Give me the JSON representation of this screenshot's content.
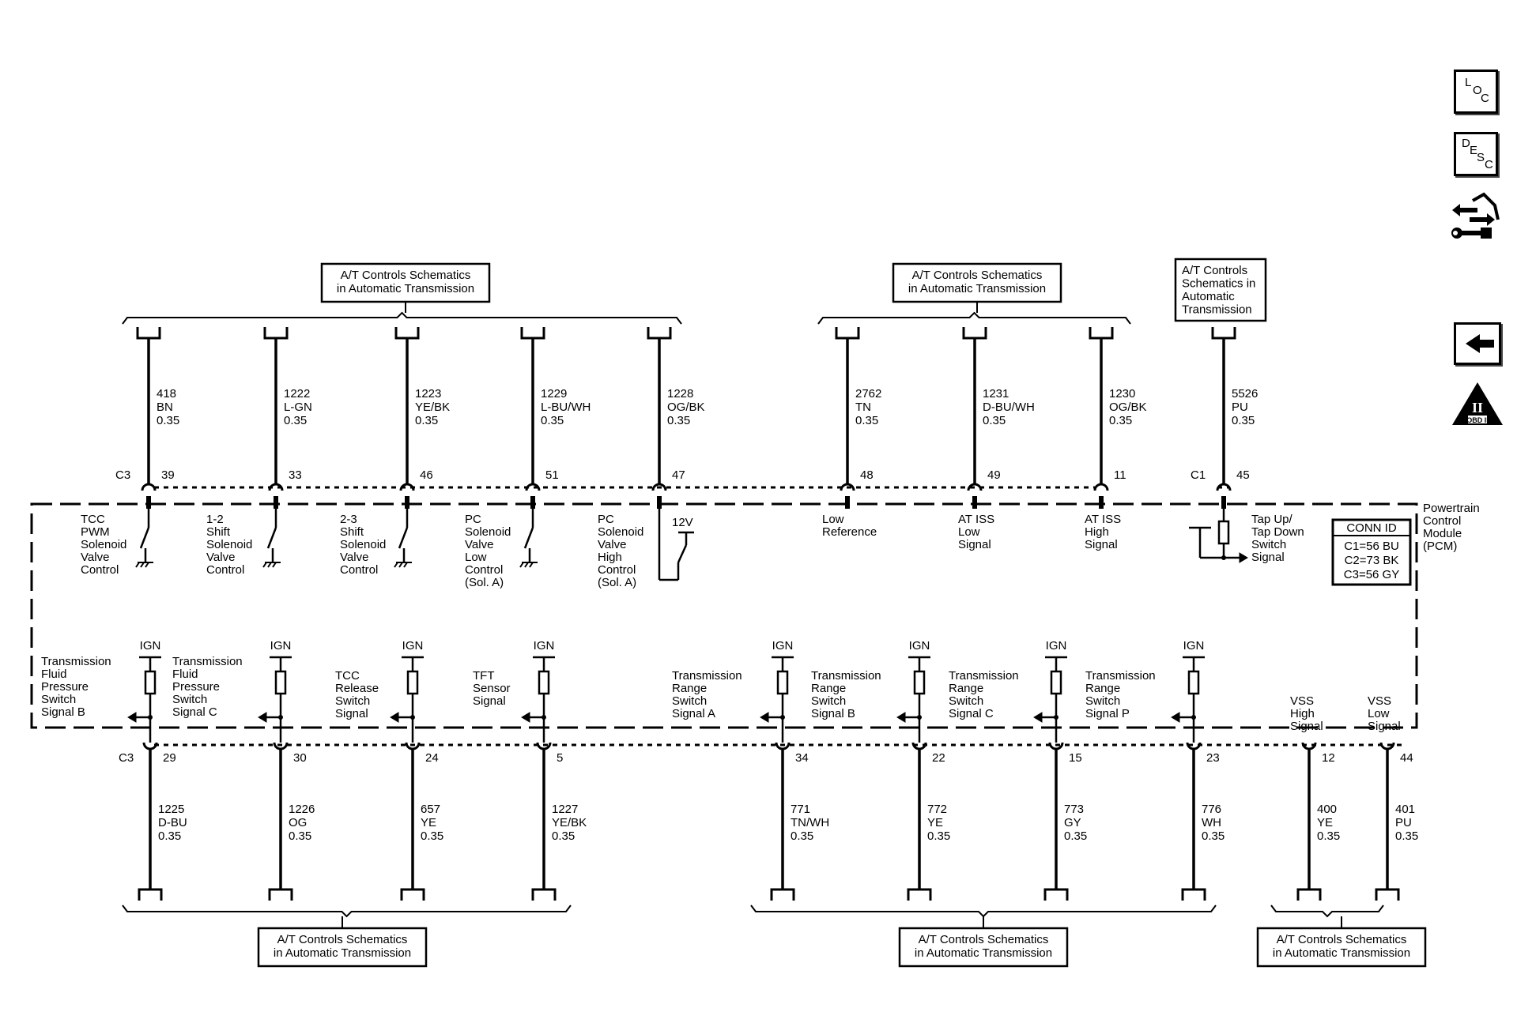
{
  "toolbar": {
    "loc": [
      "L",
      "O",
      "C"
    ],
    "desc": [
      "D",
      "E",
      "S",
      "C"
    ],
    "obd_label": "OBD II",
    "obd_numeral": "II"
  },
  "module": {
    "name": "Powertrain Control Module (PCM)",
    "name_lines": [
      "Powertrain",
      "Control",
      "Module",
      "(PCM)"
    ],
    "conn_id": {
      "title": "CONN ID",
      "entries": [
        "C1=56 BU",
        "C2=73 BK",
        "C3=56 GY"
      ]
    }
  },
  "connector_refs": {
    "top": [
      {
        "lines": [
          "A/T Controls Schematics",
          "in Automatic Transmission"
        ]
      },
      {
        "lines": [
          "A/T Controls Schematics",
          "in Automatic Transmission"
        ]
      },
      {
        "lines": [
          "A/T Controls",
          "Schematics in",
          "Automatic",
          "Transmission"
        ]
      }
    ],
    "bottom": [
      {
        "lines": [
          "A/T Controls Schematics",
          "in Automatic Transmission"
        ]
      },
      {
        "lines": [
          "A/T Controls Schematics",
          "in Automatic Transmission"
        ]
      },
      {
        "lines": [
          "A/T Controls Schematics",
          "in Automatic Transmission"
        ]
      }
    ]
  },
  "top_circuits": [
    {
      "connector": "C3",
      "pin": "39",
      "circuit": "418",
      "color": "BN",
      "gauge": "0.35",
      "label": [
        "TCC",
        "PWM",
        "Solenoid",
        "Valve",
        "Control"
      ],
      "element": "switch-ground"
    },
    {
      "pin": "33",
      "circuit": "1222",
      "color": "L-GN",
      "gauge": "0.35",
      "label": [
        "1-2",
        "Shift",
        "Solenoid",
        "Valve",
        "Control"
      ],
      "element": "switch-ground"
    },
    {
      "pin": "46",
      "circuit": "1223",
      "color": "YE/BK",
      "gauge": "0.35",
      "label": [
        "2-3",
        "Shift",
        "Solenoid",
        "Valve",
        "Control"
      ],
      "element": "switch-ground"
    },
    {
      "pin": "51",
      "circuit": "1229",
      "color": "L-BU/WH",
      "gauge": "0.35",
      "label": [
        "PC",
        "Solenoid",
        "Valve",
        "Low",
        "Control",
        "(Sol. A)"
      ],
      "element": "switch-ground"
    },
    {
      "pin": "47",
      "circuit": "1228",
      "color": "OG/BK",
      "gauge": "0.35",
      "label": [
        "PC",
        "Solenoid",
        "Valve",
        "High",
        "Control",
        "(Sol. A)"
      ],
      "element": "switch-12v",
      "supply": "12V"
    },
    {
      "pin": "48",
      "circuit": "2762",
      "color": "TN",
      "gauge": "0.35",
      "label": [
        "Low",
        "Reference"
      ],
      "element": "none"
    },
    {
      "pin": "49",
      "circuit": "1231",
      "color": "D-BU/WH",
      "gauge": "0.35",
      "label": [
        "AT ISS",
        "Low",
        "Signal"
      ],
      "element": "none"
    },
    {
      "pin": "11",
      "circuit": "1230",
      "color": "OG/BK",
      "gauge": "0.35",
      "label": [
        "AT ISS",
        "High",
        "Signal"
      ],
      "element": "none"
    },
    {
      "connector": "C1",
      "pin": "45",
      "circuit": "5526",
      "color": "PU",
      "gauge": "0.35",
      "label": [
        "Tap Up/",
        "Tap Down",
        "Switch",
        "Signal"
      ],
      "element": "resistor-input"
    }
  ],
  "bottom_circuits": [
    {
      "connector": "C3",
      "pin": "29",
      "circuit": "1225",
      "color": "D-BU",
      "gauge": "0.35",
      "label": [
        "Transmission",
        "Fluid",
        "Pressure",
        "Switch",
        "Signal B"
      ],
      "supply": "IGN"
    },
    {
      "pin": "30",
      "circuit": "1226",
      "color": "OG",
      "gauge": "0.35",
      "label": [
        "Transmission",
        "Fluid",
        "Pressure",
        "Switch",
        "Signal C"
      ],
      "supply": "IGN"
    },
    {
      "pin": "24",
      "circuit": "657",
      "color": "YE",
      "gauge": "0.35",
      "label": [
        "TCC",
        "Release",
        "Switch",
        "Signal"
      ],
      "supply": "IGN"
    },
    {
      "pin": "5",
      "circuit": "1227",
      "color": "YE/BK",
      "gauge": "0.35",
      "label": [
        "TFT",
        "Sensor",
        "Signal"
      ],
      "supply": "IGN"
    },
    {
      "pin": "34",
      "circuit": "771",
      "color": "TN/WH",
      "gauge": "0.35",
      "label": [
        "Transmission",
        "Range",
        "Switch",
        "Signal A"
      ],
      "supply": "IGN"
    },
    {
      "pin": "22",
      "circuit": "772",
      "color": "YE",
      "gauge": "0.35",
      "label": [
        "Transmission",
        "Range",
        "Switch",
        "Signal B"
      ],
      "supply": "IGN"
    },
    {
      "pin": "15",
      "circuit": "773",
      "color": "GY",
      "gauge": "0.35",
      "label": [
        "Transmission",
        "Range",
        "Switch",
        "Signal C"
      ],
      "supply": "IGN"
    },
    {
      "pin": "23",
      "circuit": "776",
      "color": "WH",
      "gauge": "0.35",
      "label": [
        "Transmission",
        "Range",
        "Switch",
        "Signal P"
      ],
      "supply": "IGN"
    },
    {
      "pin": "12",
      "circuit": "400",
      "color": "YE",
      "gauge": "0.35",
      "label": [
        "VSS",
        "High",
        "Signal"
      ]
    },
    {
      "pin": "44",
      "circuit": "401",
      "color": "PU",
      "gauge": "0.35",
      "label": [
        "VSS",
        "Low",
        "Signal"
      ]
    }
  ]
}
